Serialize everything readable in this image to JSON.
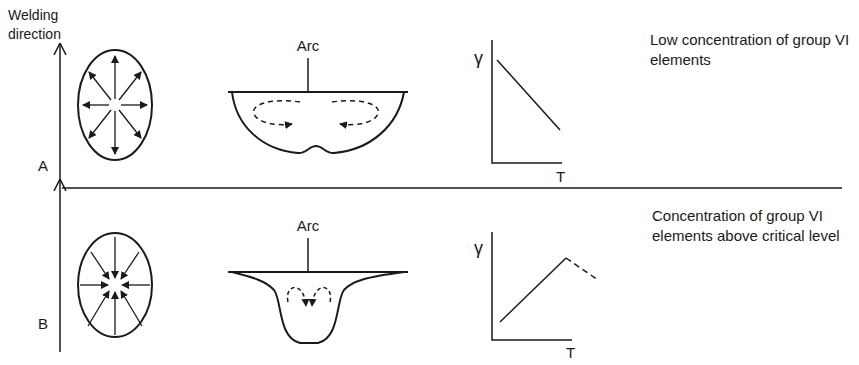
{
  "diagram": {
    "labels": [
      "Welding direction",
      "Arc",
      "γ",
      "T",
      "Low concentration of group VI elements",
      "A",
      "B",
      "Arc",
      "γ",
      "T",
      "Concentration of group VI elements above critical level"
    ]
  }
}
